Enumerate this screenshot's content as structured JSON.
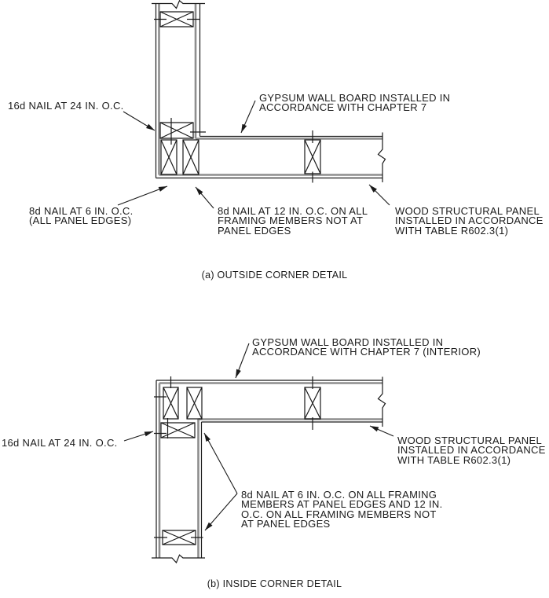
{
  "figure": {
    "background": "#ffffff",
    "line_color": "#1a1a1a",
    "panel_line_color": "#8e8e8e"
  },
  "details": [
    {
      "id": "a",
      "caption": "(a) OUTSIDE CORNER DETAIL",
      "labels": {
        "nail_16d": "16d NAIL AT 24 IN. O.C.",
        "gypsum_board": "GYPSUM WALL BOARD INSTALLED IN\nACCORDANCE WITH CHAPTER 7",
        "nail_8d_panel_edges": "8d NAIL AT 6 IN. O.C.\n(ALL PANEL EDGES)",
        "nail_8d_field": "8d NAIL AT 12 IN. O.C. ON ALL\nFRAMING MEMBERS NOT AT\nPANEL EDGES",
        "wood_panel": "WOOD STRUCTURAL PANEL\nINSTALLED IN ACCORDANCE\nWITH TABLE R602.3(1)"
      }
    },
    {
      "id": "b",
      "caption": "(b) INSIDE CORNER DETAIL",
      "labels": {
        "gypsum_board": "GYPSUM WALL BOARD INSTALLED IN\nACCORDANCE WITH CHAPTER 7 (INTERIOR)",
        "nail_16d": "16d NAIL AT 24 IN. O.C.",
        "wood_panel": "WOOD STRUCTURAL PANEL\nINSTALLED IN ACCORDANCE\nWITH TABLE R602.3(1)",
        "nail_8d_combined": "8d NAIL AT 6 IN. O.C. ON ALL FRAMING\nMEMBERS AT PANEL EDGES AND 12 IN.\nO.C. ON ALL FRAMING MEMBERS NOT\nAT PANEL EDGES"
      }
    }
  ]
}
